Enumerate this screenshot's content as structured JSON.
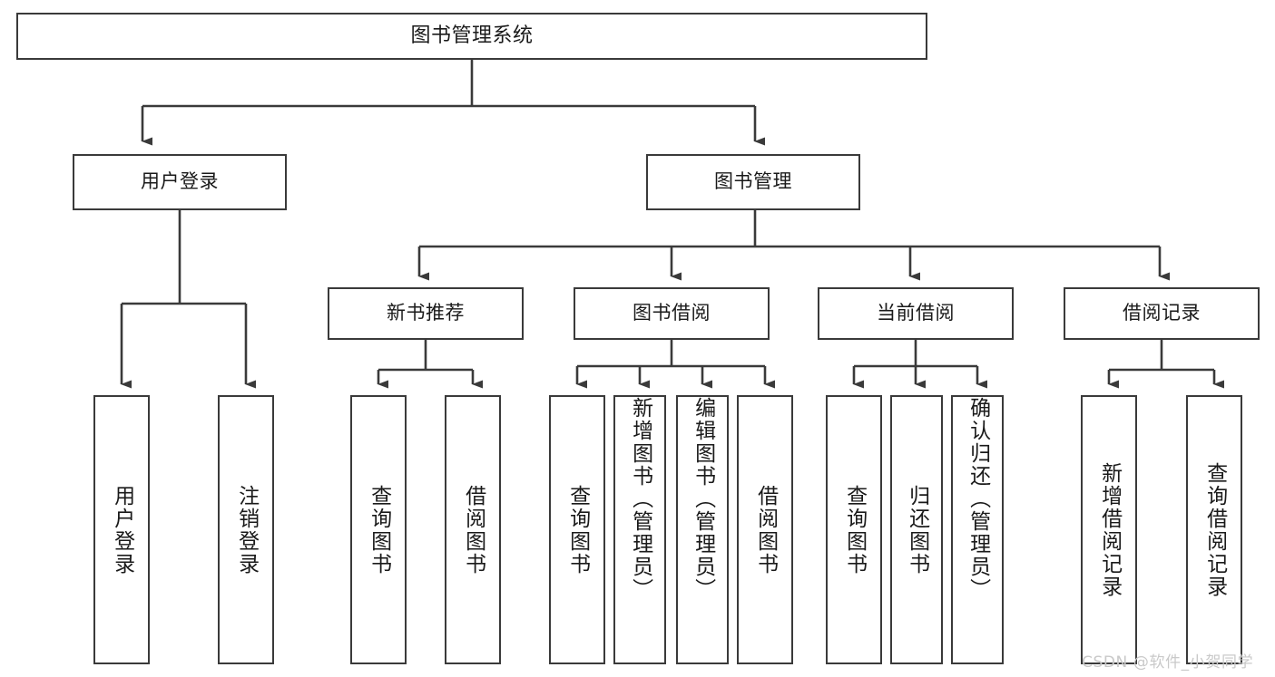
{
  "diagram": {
    "type": "tree-hierarchy",
    "title": "图书管理系统",
    "root": {
      "label": "图书管理系统"
    },
    "level1": [
      {
        "label": "用户登录"
      },
      {
        "label": "图书管理"
      }
    ],
    "level2": [
      {
        "label": "新书推荐"
      },
      {
        "label": "图书借阅"
      },
      {
        "label": "当前借阅"
      },
      {
        "label": "借阅记录"
      }
    ],
    "leaves": {
      "user_login": [
        {
          "label": "用户登录"
        },
        {
          "label": "注销登录"
        }
      ],
      "new_book_recommend": [
        {
          "label": "查询图书"
        },
        {
          "label": "借阅图书"
        }
      ],
      "book_borrow": [
        {
          "label": "查询图书"
        },
        {
          "label": "新增图书（管理员）"
        },
        {
          "label": "编辑图书（管理员）"
        },
        {
          "label": "借阅图书"
        }
      ],
      "current_borrow": [
        {
          "label": "查询图书"
        },
        {
          "label": "归还图书"
        },
        {
          "label": "确认归还（管理员）"
        }
      ],
      "borrow_record": [
        {
          "label": "新增借阅记录"
        },
        {
          "label": "查询借阅记录"
        }
      ]
    }
  },
  "watermark": {
    "text": "CSDN @软件_小贺同学"
  },
  "colors": {
    "box_border": "#3a3a3a",
    "box_fill": "#ffffff",
    "text": "#1a1a1a",
    "connector": "#3a3a3a",
    "watermark": "#c9c9c9",
    "background": "#ffffff"
  }
}
